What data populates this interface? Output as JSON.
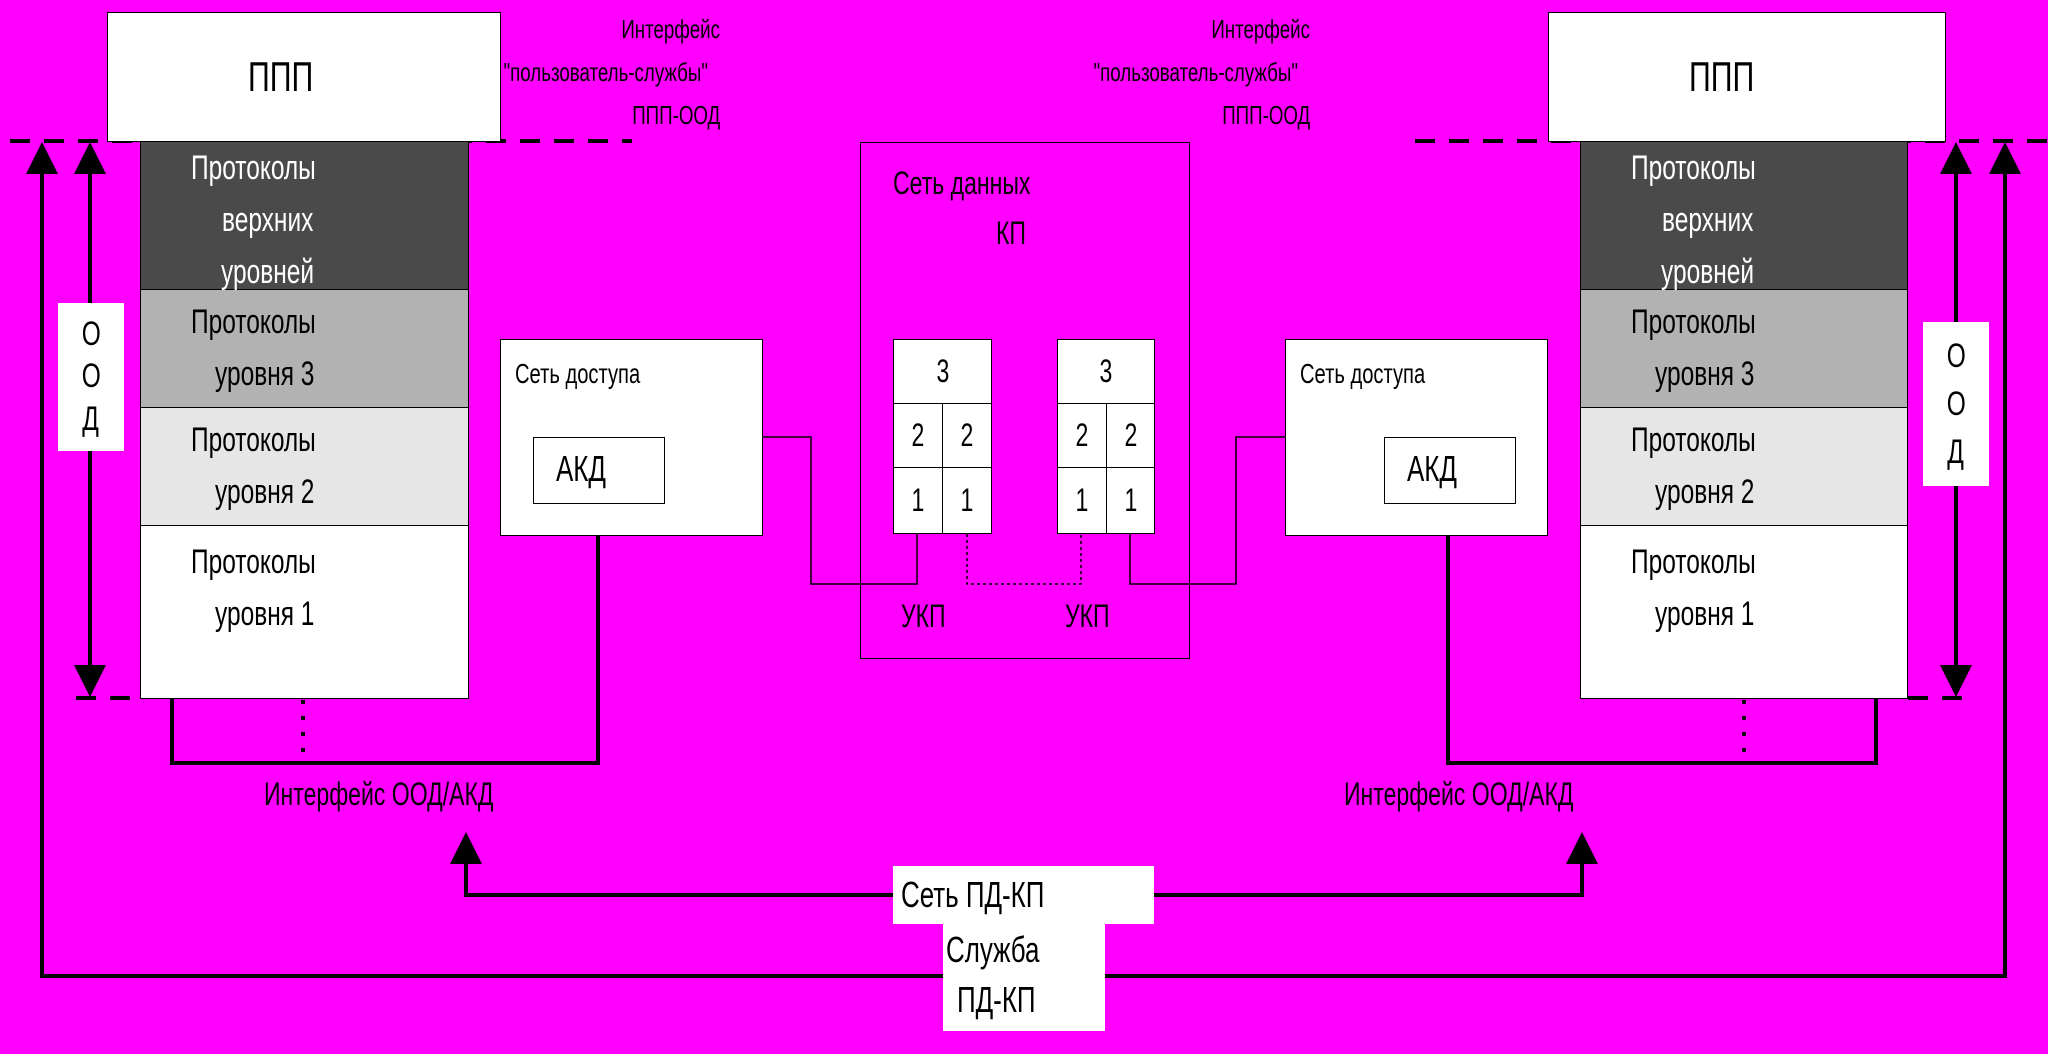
{
  "colors": {
    "background": "#ff00ff",
    "upper_layers": "#4a4a4a",
    "layer3": "#b2b2b2",
    "layer2": "#e6e6e6",
    "layer1": "#ffffff",
    "line": "#000000"
  },
  "left_end": {
    "ppp_label": "ППП",
    "ood_letters": [
      "О",
      "О",
      "Д"
    ],
    "stack": [
      {
        "line1": "Протоколы",
        "line2": "верхних",
        "line3": "уровней"
      },
      {
        "line1": "Протоколы",
        "line2": "уровня 3"
      },
      {
        "line1": "Протоколы",
        "line2": "уровня 2"
      },
      {
        "line1": "Протоколы",
        "line2": "уровня 1"
      }
    ],
    "user_service_interface": {
      "line1": "Интерфейс",
      "line2": "\"пользователь-службы\"",
      "line3": "ППП-ООД"
    },
    "access_network": {
      "label": "Сеть доступа",
      "akd_label": "АКД"
    },
    "dte_dce_interface": "Интерфейс ООД/АКД"
  },
  "right_end": {
    "ppp_label": "ППП",
    "ood_letters": [
      "О",
      "О",
      "Д"
    ],
    "stack": [
      {
        "line1": "Протоколы",
        "line2": "верхних",
        "line3": "уровней"
      },
      {
        "line1": "Протоколы",
        "line2": "уровня 3"
      },
      {
        "line1": "Протоколы",
        "line2": "уровня 2"
      },
      {
        "line1": "Протоколы",
        "line2": "уровня 1"
      }
    ],
    "user_service_interface": {
      "line1": "Интерфейс",
      "line2": "\"пользователь-службы\"",
      "line3": "ППП-ООД"
    },
    "access_network": {
      "label": "Сеть доступа",
      "akd_label": "АКД"
    },
    "dte_dce_interface": "Интерфейс ООД/АКД"
  },
  "data_network": {
    "title": "Сеть данных",
    "subtitle": "КП",
    "nodes": [
      {
        "layer3": "3",
        "layer2": [
          "2",
          "2"
        ],
        "layer1": [
          "1",
          "1"
        ],
        "label": "УКП"
      },
      {
        "layer3": "3",
        "layer2": [
          "2",
          "2"
        ],
        "layer1": [
          "1",
          "1"
        ],
        "label": "УКП"
      }
    ]
  },
  "pd_kp_network": {
    "label": "Сеть ПД-КП"
  },
  "pd_kp_service": {
    "line1": "Служба",
    "line2": "ПД-КП"
  }
}
